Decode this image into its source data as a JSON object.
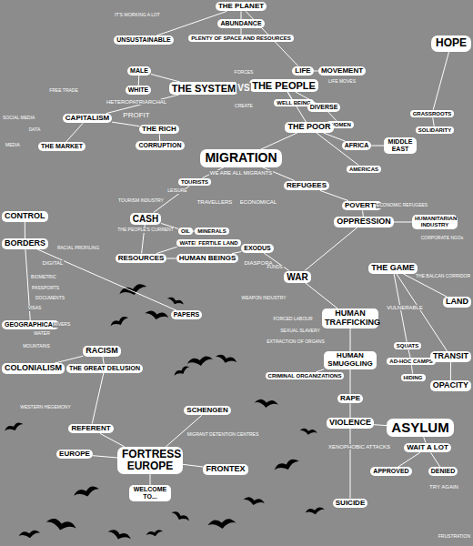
{
  "diagram": {
    "nodes": [
      {
        "text": [
          "THE PLANET"
        ]
      },
      {
        "text": [
          "ABUNDANCE"
        ]
      },
      {
        "text": [
          "PLENTY OF SPACE AND RESOURCES"
        ]
      },
      {
        "text": [
          "UNSUSTAINABLE"
        ]
      },
      {
        "text": [
          "LIFE"
        ]
      },
      {
        "text": [
          "MOVEMENT"
        ]
      },
      {
        "text": [
          "HOPE"
        ]
      },
      {
        "text": [
          "MALE"
        ]
      },
      {
        "text": [
          "THE SYSTEM"
        ]
      },
      {
        "text": [
          "THE PEOPLE"
        ]
      },
      {
        "text": [
          "WHITE"
        ]
      },
      {
        "text": [
          "WELL BEING"
        ]
      },
      {
        "text": [
          "DIVERSE"
        ]
      },
      {
        "text": [
          "GRASSROOTS"
        ]
      },
      {
        "text": [
          "CAPITALISM"
        ]
      },
      {
        "text": [
          "WOMEN"
        ]
      },
      {
        "text": [
          "THE POOR"
        ]
      },
      {
        "text": [
          "THE RICH"
        ]
      },
      {
        "text": [
          "SOLIDARITY"
        ]
      },
      {
        "text": [
          "CORRUPTION"
        ]
      },
      {
        "text": [
          "THE MARKET"
        ]
      },
      {
        "text": [
          "AFRICA"
        ]
      },
      {
        "text": [
          "MIDDLE EAST"
        ]
      },
      {
        "text": [
          "MIGRATION"
        ]
      },
      {
        "text": [
          "AMERICAS"
        ]
      },
      {
        "text": [
          "TOURISTS"
        ]
      },
      {
        "text": [
          "REFUGEES"
        ]
      },
      {
        "text": [
          "POVERTY"
        ]
      },
      {
        "text": [
          "CONTROL"
        ]
      },
      {
        "text": [
          "OPPRESSION"
        ]
      },
      {
        "text": [
          "HUMANITARIAN INDUSTRY"
        ]
      },
      {
        "text": [
          "CASH"
        ]
      },
      {
        "text": [
          "OIL"
        ]
      },
      {
        "text": [
          "MINERALS"
        ]
      },
      {
        "text": [
          "WATER"
        ]
      },
      {
        "text": [
          "FERTILE LAND"
        ]
      },
      {
        "text": [
          "BORDERS"
        ]
      },
      {
        "text": [
          "EXODUS"
        ]
      },
      {
        "text": [
          "RESOURCES"
        ]
      },
      {
        "text": [
          "HUMAN BEINGS"
        ]
      },
      {
        "text": [
          "THE GAME"
        ]
      },
      {
        "text": [
          "WAR"
        ]
      },
      {
        "text": [
          "LAND"
        ]
      },
      {
        "text": [
          "PAPERS"
        ]
      },
      {
        "text": [
          "HUMAN TRAFFICKING"
        ]
      },
      {
        "text": [
          "GEOGRAPHICAL"
        ]
      },
      {
        "text": [
          "AD-HOC CAMPS"
        ]
      },
      {
        "text": [
          "SQUATS"
        ]
      },
      {
        "text": [
          "TRANSIT"
        ]
      },
      {
        "text": [
          "HUMAN SMUGGLING"
        ]
      },
      {
        "text": [
          "RACISM"
        ]
      },
      {
        "text": [
          "COLONIALISM"
        ]
      },
      {
        "text": [
          "THE GREAT DELUSION"
        ]
      },
      {
        "text": [
          "CRIMINAL ORGANIZATIONS"
        ]
      },
      {
        "text": [
          "HIDING"
        ]
      },
      {
        "text": [
          "OPACITY"
        ]
      },
      {
        "text": [
          "RAPE"
        ]
      },
      {
        "text": [
          "SCHENGEN"
        ]
      },
      {
        "text": [
          "VIOLENCE"
        ]
      },
      {
        "text": [
          "ASYLUM"
        ]
      },
      {
        "text": [
          "REFERENT"
        ]
      },
      {
        "text": [
          "WAIT A LOT"
        ]
      },
      {
        "text": [
          "EUROPE"
        ]
      },
      {
        "text": [
          "FORTRESS EUROPE"
        ]
      },
      {
        "text": [
          "FRONTEX"
        ]
      },
      {
        "text": [
          "APPROVED"
        ]
      },
      {
        "text": [
          "DENIED"
        ]
      },
      {
        "text": [
          "WELCOME TO..."
        ]
      },
      {
        "text": [
          "SUICIDE"
        ]
      }
    ],
    "edges": [
      {
        "from": 0,
        "to": 1,
        "arrow": "none"
      },
      {
        "from": 1,
        "to": 2,
        "arrow": "none"
      },
      {
        "from": 0,
        "to": 3,
        "arrow": "none"
      },
      {
        "from": 0,
        "to": 4,
        "arrow": "none"
      },
      {
        "from": 4,
        "to": 5,
        "arrow": "none"
      },
      {
        "from": 8,
        "to": 9,
        "arrow": "both"
      },
      {
        "from": 7,
        "to": 10,
        "arrow": "none"
      },
      {
        "from": 7,
        "to": 8,
        "arrow": "none"
      },
      {
        "from": 8,
        "to": 14,
        "arrow": "none"
      },
      {
        "from": 14,
        "to": 17,
        "arrow": "none"
      },
      {
        "from": 17,
        "to": 19,
        "arrow": "none"
      },
      {
        "from": 14,
        "to": 20,
        "arrow": "none"
      },
      {
        "from": 9,
        "to": 11,
        "arrow": "none"
      },
      {
        "from": 9,
        "to": 12,
        "arrow": "none"
      },
      {
        "from": 12,
        "to": 15,
        "arrow": "none"
      },
      {
        "from": 9,
        "to": 16,
        "arrow": "none"
      },
      {
        "from": 16,
        "to": 21,
        "arrow": "none"
      },
      {
        "from": 21,
        "to": 22,
        "arrow": "none"
      },
      {
        "from": 16,
        "to": 24,
        "arrow": "none"
      },
      {
        "from": 16,
        "to": 23,
        "arrow": "none"
      },
      {
        "from": 6,
        "to": 13,
        "arrow": "none"
      },
      {
        "from": 13,
        "to": 18,
        "arrow": "none"
      },
      {
        "from": 23,
        "to": 25,
        "arrow": "none"
      },
      {
        "from": 23,
        "to": 26,
        "arrow": "none"
      },
      {
        "from": 26,
        "to": 27,
        "arrow": "none"
      },
      {
        "from": 27,
        "to": 29,
        "arrow": "none"
      },
      {
        "from": 29,
        "to": 30,
        "arrow": "none"
      },
      {
        "from": 25,
        "to": 31,
        "arrow": "none"
      },
      {
        "from": 31,
        "to": 38,
        "arrow": "none"
      },
      {
        "from": 31,
        "to": 32,
        "arrow": "none"
      },
      {
        "from": 32,
        "to": 33,
        "arrow": "none"
      },
      {
        "from": 34,
        "to": 35,
        "arrow": "none"
      },
      {
        "from": 38,
        "to": 34,
        "arrow": "none"
      },
      {
        "from": 38,
        "to": 39,
        "arrow": "none"
      },
      {
        "from": 39,
        "to": 37,
        "arrow": "none"
      },
      {
        "from": 37,
        "to": 41,
        "arrow": "none"
      },
      {
        "from": 29,
        "to": 41,
        "arrow": "none"
      },
      {
        "from": 41,
        "to": 44,
        "arrow": "none"
      },
      {
        "from": 44,
        "to": 49,
        "arrow": "none"
      },
      {
        "from": 49,
        "to": 53,
        "arrow": "none"
      },
      {
        "from": 49,
        "to": 56,
        "arrow": "none"
      },
      {
        "from": 56,
        "to": 58,
        "arrow": "none"
      },
      {
        "from": 58,
        "to": 59,
        "arrow": "none"
      },
      {
        "from": 59,
        "to": 61,
        "arrow": "none"
      },
      {
        "from": 61,
        "to": 65,
        "arrow": "none"
      },
      {
        "from": 61,
        "to": 66,
        "arrow": "none"
      },
      {
        "from": 58,
        "to": 68,
        "arrow": "none"
      },
      {
        "from": 40,
        "to": 42,
        "arrow": "none"
      },
      {
        "from": 40,
        "to": 48,
        "arrow": "none"
      },
      {
        "from": 48,
        "to": 55,
        "arrow": "none"
      },
      {
        "from": 40,
        "to": 47,
        "arrow": "none"
      },
      {
        "from": 47,
        "to": 46,
        "arrow": "none"
      },
      {
        "from": 46,
        "to": 54,
        "arrow": "none"
      },
      {
        "from": 28,
        "to": 36,
        "arrow": "none"
      },
      {
        "from": 36,
        "to": 45,
        "arrow": "none"
      },
      {
        "from": 36,
        "to": 43,
        "arrow": "none"
      },
      {
        "from": 51,
        "to": 50,
        "arrow": "none"
      },
      {
        "from": 50,
        "to": 52,
        "arrow": "none"
      },
      {
        "from": 52,
        "to": 60,
        "arrow": "none"
      },
      {
        "from": 60,
        "to": 63,
        "arrow": "none"
      },
      {
        "from": 62,
        "to": 63,
        "arrow": "none"
      },
      {
        "from": 63,
        "to": 57,
        "arrow": "none"
      },
      {
        "from": 63,
        "to": 64,
        "arrow": "none"
      },
      {
        "from": 63,
        "to": 67,
        "arrow": "none"
      }
    ],
    "labels": [
      "IT'S WORKING A LOT",
      "FORCES",
      "VS",
      "CREATE",
      "HETEROPATRIARCHAL",
      "PROFIT",
      "LIFE MOVES",
      "FREE TRADE",
      "SOCIAL MEDIA",
      "DATA",
      "MEDIA",
      "WE ARE ALL MIGRANTS",
      "TOURISM INDUSTRY",
      "LEISURE",
      "TRAVELLERS",
      "ECONOMICAL",
      "ECONOMIC REFUGEES",
      "CORPORATE NGOs",
      "THE PEOPLE'S CURRENT",
      "DIASPORA",
      "FUNDS",
      "WEAPON INDUSTRY",
      "THE BALCAN CORRIDOR",
      "RACIAL PROFILING",
      "DIGITAL",
      "BIOMETRIC",
      "PASSPORTS",
      "DOCUMENTS",
      "VISAS",
      "RIVERS",
      "WATER",
      "MOUNTAINS",
      "FORCED LABOUR",
      "SEXUAL SLAVERY",
      "EXTRACTION OF ORGANS",
      "VULNERABLE",
      "WESTERN HEGEMONY",
      "XENOPHOBIC ATTACKS",
      "TRY AGAIN",
      "MIGRANT DETENTION CENTRES",
      "FRUSTRATION"
    ]
  }
}
